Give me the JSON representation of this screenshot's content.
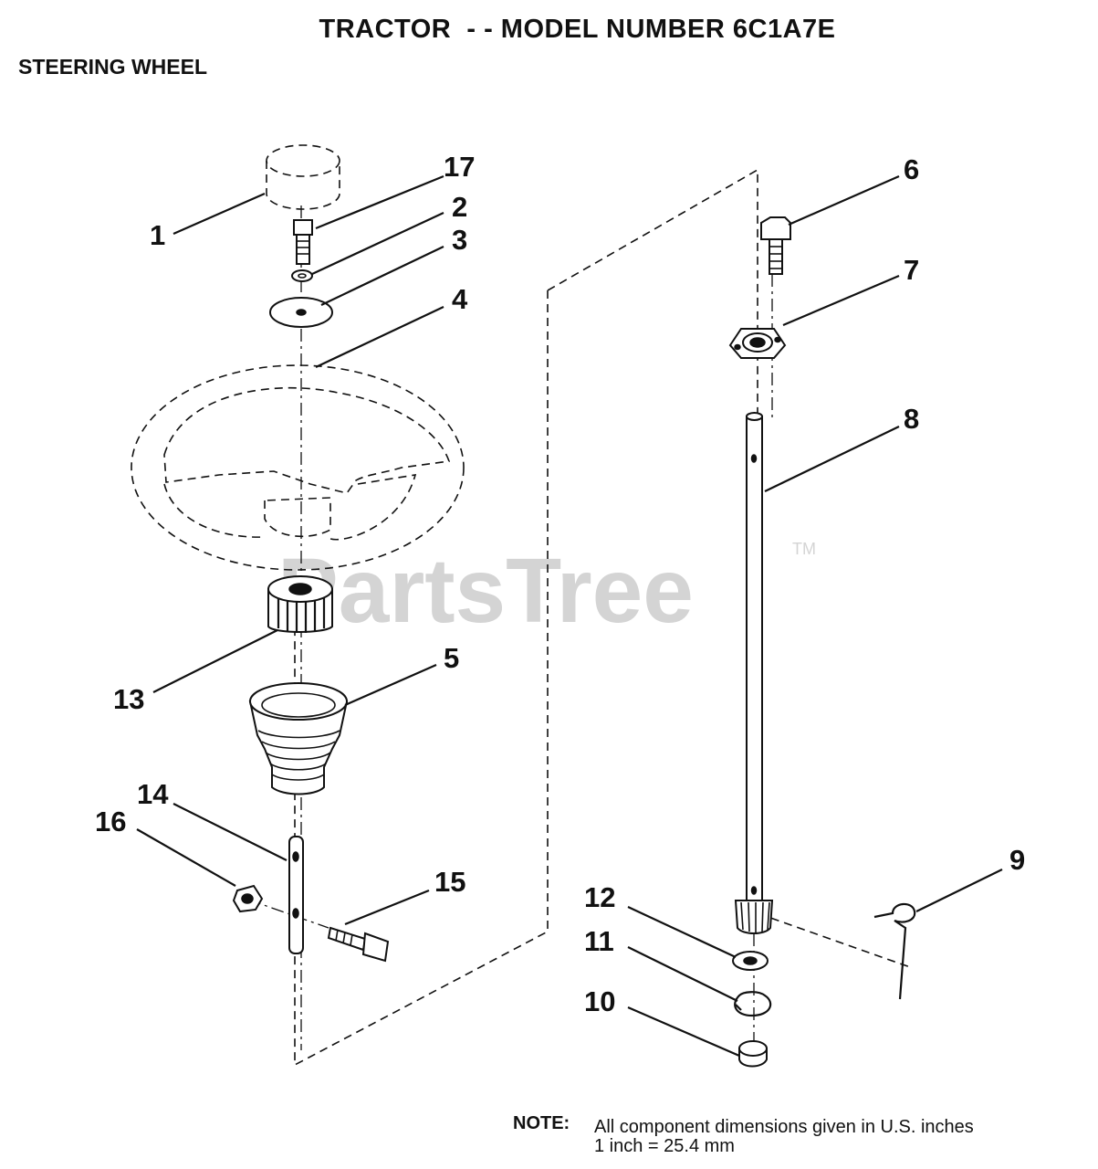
{
  "header": {
    "title": "TRACTOR  - - MODEL NUMBER 6C1A7E",
    "subtitle": "STEERING WHEEL"
  },
  "watermark": {
    "text": "PartsTree",
    "trademark": "TM"
  },
  "callouts": {
    "c1": "1",
    "c2": "2",
    "c3": "3",
    "c4": "4",
    "c5": "5",
    "c6": "6",
    "c7": "7",
    "c8": "8",
    "c9": "9",
    "c10": "10",
    "c11": "11",
    "c12": "12",
    "c13": "13",
    "c14": "14",
    "c15": "15",
    "c16": "16",
    "c17": "17"
  },
  "note": {
    "label": "NOTE:",
    "line1": "All component dimensions given in U.S. inches",
    "line2": "1 inch = 25.4 mm"
  }
}
